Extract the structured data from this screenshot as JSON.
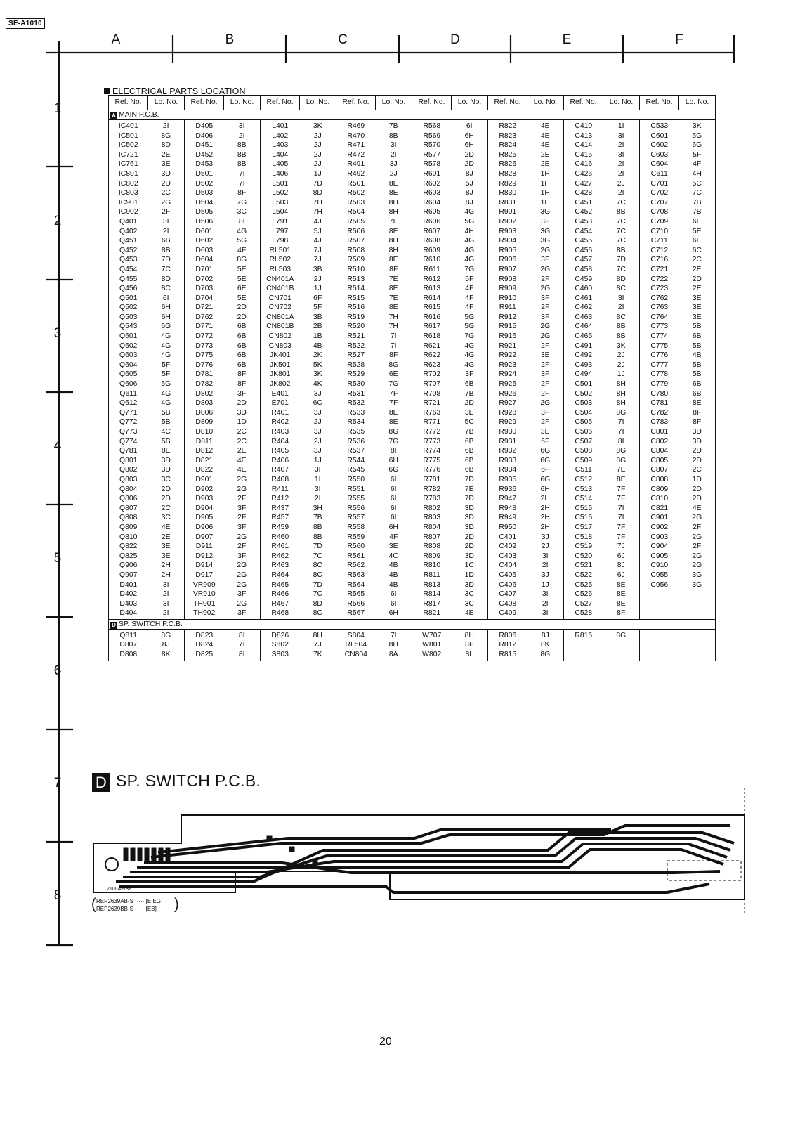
{
  "model_label": "SE-A1010",
  "columns": [
    "A",
    "B",
    "C",
    "D",
    "E",
    "F"
  ],
  "rows": [
    "1",
    "2",
    "3",
    "4",
    "5",
    "6",
    "7",
    "8"
  ],
  "section_heading": "ELECTRICAL PARTS LOCATION",
  "table": {
    "headers": [
      "Ref. No.",
      "Lo. No.",
      "Ref. No.",
      "Lo. No.",
      "Ref. No.",
      "Lo. No.",
      "Ref. No.",
      "Lo. No.",
      "Ref. No.",
      "Lo. No.",
      "Ref. No.",
      "Lo. No.",
      "Ref. No.",
      "Lo. No.",
      "Ref. No.",
      "Lo. No."
    ],
    "main_tag": "A",
    "main_label": "MAIN P.C.B.",
    "main_columns": [
      {
        "refs": "IC401\nIC501\nIC502\nIC721\nIC761\nIC801\nIC802\nIC803\nIC901\nIC902\nQ401\nQ402\nQ451\nQ452\nQ453\nQ454\nQ455\nQ456\nQ501\nQ502\nQ503\nQ543\nQ601\nQ602\nQ603\nQ604\nQ605\nQ606\nQ611\nQ612\nQ771\nQ772\nQ773\nQ774\nQ781\nQ801\nQ802\nQ803\nQ804\nQ806\nQ807\nQ808\nQ809\nQ810\nQ822\nQ825\nQ906\nQ907\nD401\nD402\nD403\nD404",
        "locs": "2I\n8G\n8D\n2E\n3E\n3D\n2D\n2C\n2G\n2F\n3I\n2I\n6B\n8B\n7D\n7C\n8D\n8C\n6I\n6H\n6H\n6G\n4G\n4G\n4G\n5F\n5F\n5G\n4G\n4G\n5B\n5B\n4C\n5B\n8E\n3D\n3D\n3C\n2D\n2D\n2C\n3C\n4E\n2E\n3E\n3E\n2H\n2H\n3I\n2I\n3I\n2I"
      },
      {
        "refs": "D405\nD406\nD451\nD452\nD453\nD501\nD502\nD503\nD504\nD505\nD506\nD601\nD602\nD603\nD604\nD701\nD702\nD703\nD704\nD721\nD762\nD771\nD772\nD773\nD775\nD776\nD781\nD782\nD802\nD803\nD806\nD809\nD810\nD811\nD812\nD821\nD822\nD901\nD902\nD903\nD904\nD905\nD906\nD907\nD911\nD912\nD914\nD917\nVR909\nVR910\nTH901\nTH902",
        "locs": "3I\n2I\n8B\n8B\n8B\n7I\n7I\n8F\n7G\n3C\n8I\n4G\n5G\n4F\n8G\n5E\n5E\n6E\n5E\n2D\n2D\n6B\n6B\n6B\n6B\n6B\n8F\n8F\n3F\n2D\n3D\n1D\n2C\n2C\n2E\n4E\n4E\n2G\n2G\n2F\n3F\n2F\n3F\n2G\n2F\n3F\n2G\n2G\n2G\n3F\n2G\n3F"
      },
      {
        "refs": "L401\nL402\nL403\nL404\nL405\nL406\nL501\nL502\nL503\nL504\nL791\nL797\nL798\nRL501\nRL502\nRL503\nCN401A\nCN401B\nCN701\nCN702\nCN801A\nCN801B\nCN802\nCN803\nJK401\nJK501\nJK801\nJK802\nE401\nE701\nR401\nR402\nR403\nR404\nR405\nR406\nR407\nR408\nR411\nR412\nR437\nR457\nR459\nR460\nR461\nR462\nR463\nR464\nR465\nR466\nR467\nR468",
        "locs": "3K\n2J\n2J\n2J\n2J\n1J\n7D\n8D\n7H\n7H\n4J\n5J\n4J\n7J\n7J\n3B\n2J\n1J\n6F\n5F\n3B\n2B\n1B\n4B\n2K\n5K\n3K\n4K\n3J\n6C\n3J\n2J\n3J\n2J\n3J\n1J\n3I\n1I\n3I\n2I\n3H\n7B\n8B\n8B\n7D\n7C\n8C\n8C\n7D\n7C\n8D\n8C"
      },
      {
        "refs": "R469\nR470\nR471\nR472\nR491\nR492\nR501\nR502\nR503\nR504\nR505\nR506\nR507\nR508\nR509\nR510\nR513\nR514\nR515\nR516\nR519\nR520\nR521\nR522\nR527\nR528\nR529\nR530\nR531\nR532\nR533\nR534\nR535\nR536\nR537\nR544\nR545\nR550\nR551\nR555\nR556\nR557\nR558\nR559\nR560\nR561\nR562\nR563\nR564\nR565\nR566\nR567",
        "locs": "7B\n8B\n3I\n2I\n3J\n2J\n8E\n8E\n8H\n8H\n7E\n8E\n8H\n8H\n8E\n8F\n7E\n8E\n7E\n8E\n7H\n7H\n7I\n7I\n8F\n8G\n6E\n7G\n7F\n7F\n8E\n8E\n8G\n7G\n8I\n6H\n6G\n6I\n6I\n6I\n6I\n6I\n6H\n4F\n3E\n4C\n4B\n4B\n4B\n6I\n6I\n6H"
      },
      {
        "refs": "R568\nR569\nR570\nR577\nR578\nR601\nR602\nR603\nR604\nR605\nR606\nR607\nR608\nR609\nR610\nR611\nR612\nR613\nR614\nR615\nR616\nR617\nR618\nR621\nR622\nR623\nR702\nR707\nR708\nR721\nR763\nR771\nR772\nR773\nR774\nR775\nR776\nR781\nR782\nR783\nR802\nR803\nR804\nR807\nR808\nR809\nR810\nR811\nR813\nR814\nR817\nR821",
        "locs": "6I\n6H\n6H\n2D\n2D\n8J\n5J\n8J\n8J\n4G\n5G\n4H\n4G\n4G\n4G\n7G\n5F\n4F\n4F\n4F\n5G\n5G\n7G\n4G\n4G\n4G\n3F\n6B\n7B\n2D\n3E\n5C\n7B\n6B\n6B\n6B\n6B\n7D\n7E\n7D\n3D\n3D\n3D\n2D\n2D\n3D\n1C\n1D\n3D\n3C\n3C\n4E"
      },
      {
        "refs": "R822\nR823\nR824\nR825\nR826\nR828\nR829\nR830\nR831\nR901\nR902\nR903\nR904\nR905\nR906\nR907\nR908\nR909\nR910\nR911\nR912\nR915\nR916\nR921\nR922\nR923\nR924\nR925\nR926\nR927\nR928\nR929\nR930\nR931\nR932\nR933\nR934\nR935\nR936\nR947\nR948\nR949\nR950\nC401\nC402\nC403\nC404\nC405\nC406\nC407\nC408\nC409",
        "locs": "4E\n4E\n4E\n2E\n2E\n1H\n1H\n1H\n1H\n3G\n3F\n3G\n3G\n2G\n3F\n2G\n2F\n2G\n3F\n2F\n3F\n2G\n2G\n2F\n3E\n2F\n3F\n2F\n2F\n2G\n3F\n2F\n3E\n6F\n6G\n6G\n6F\n6G\n6H\n2H\n2H\n2H\n2H\n3J\n2J\n3I\n2I\n3J\n1J\n3I\n2I\n3I"
      },
      {
        "refs": "C410\nC413\nC414\nC415\nC416\nC426\nC427\nC428\nC451\nC452\nC453\nC454\nC455\nC456\nC457\nC458\nC459\nC460\nC461\nC462\nC463\nC464\nC465\nC491\nC492\nC493\nC494\nC501\nC502\nC503\nC504\nC505\nC506\nC507\nC508\nC509\nC511\nC512\nC513\nC514\nC515\nC516\nC517\nC518\nC519\nC520\nC521\nC522\nC525\nC526\nC527\nC528",
        "locs": "1I\n3I\n2I\n3I\n2I\n2I\n2J\n2I\n7C\n8B\n7C\n7C\n7C\n8B\n7D\n7C\n8D\n8C\n3I\n2I\n8C\n8B\n8B\n3K\n2J\n2J\n1J\n8H\n8H\n8H\n8G\n7I\n7I\n8I\n8G\n8G\n7E\n8E\n7F\n7F\n7I\n7I\n7F\n7F\n7J\n6J\n8J\n6J\n8E\n8E\n8E\n8F"
      },
      {
        "refs": "C533\nC601\nC602\nC603\nC604\nC611\nC701\nC702\nC707\nC708\nC709\nC710\nC711\nC712\nC716\nC721\nC722\nC723\nC762\nC763\nC764\nC773\nC774\nC775\nC776\nC777\nC778\nC779\nC780\nC781\nC782\nC783\nC801\nC802\nC804\nC805\nC807\nC808\nC809\nC810\nC821\nC901\nC902\nC903\nC904\nC905\nC910\nC955\nC956",
        "locs": "3K\n5G\n6G\n5F\n4F\n4H\n5C\n7C\n7B\n7B\n6E\n5E\n6E\n6C\n2C\n2E\n2D\n2E\n3E\n3E\n3E\n5B\n6B\n5B\n4B\n5B\n5B\n6B\n6B\n8E\n8F\n8F\n3D\n3D\n2D\n2D\n2C\n1D\n2D\n2D\n4E\n2G\n2F\n2G\n2F\n2G\n2G\n3G\n3G"
      }
    ],
    "sp_tag": "D",
    "sp_label": "SP. SWITCH P.C.B.",
    "sp_columns": [
      {
        "refs": "Q811\nD807\nD808",
        "locs": "8G\n8J\n8K"
      },
      {
        "refs": "D823\nD824\nD825",
        "locs": "8I\n7I\n8I"
      },
      {
        "refs": "D826\nS802\nS803",
        "locs": "8H\n7J\n7K"
      },
      {
        "refs": "S804\nRL504\nCN804",
        "locs": "7I\n8H\n8A"
      },
      {
        "refs": "W707\nW801\nW802",
        "locs": "8H\n8F\n8L"
      },
      {
        "refs": "R806\nR812\nR815",
        "locs": "8J\n8K\n8G"
      },
      {
        "refs": "R816",
        "locs": "8G"
      },
      {
        "refs": "",
        "locs": ""
      }
    ]
  },
  "pcb": {
    "badge": "D",
    "title": "SP. SWITCH P.C.B.",
    "board_code": "2100AF/BF",
    "ref_line_1": "REP2639AB-S ····· [E,EG]",
    "ref_line_2": "REP2639BB-S ····· [EB]"
  },
  "page_number": "20"
}
